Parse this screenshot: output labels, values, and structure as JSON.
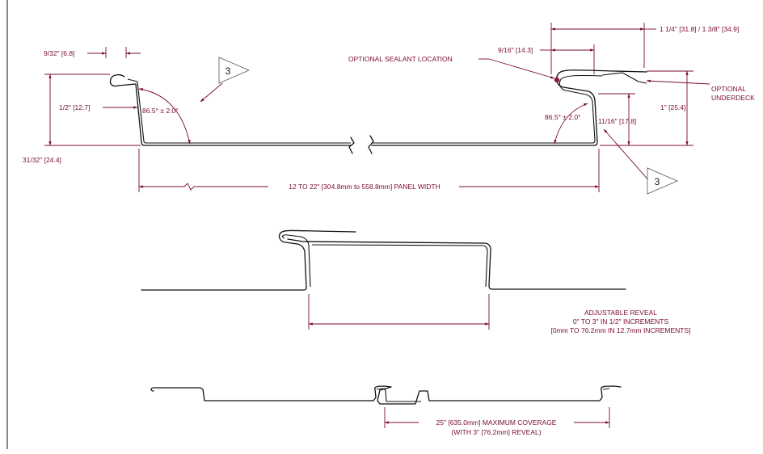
{
  "top_profile": {
    "dim_hem_width": "9/32\" [6.8]",
    "dim_hem_height": "1/2\" [12.7]",
    "dim_total_left": "31/32\" [24.4]",
    "angle_left": "86.5° ± 2.0°",
    "callout_left": "3",
    "dim_right_top": "1 1/4\" [31.8] / 1 3/8\" [34.9]",
    "dim_right_hem": "9/16\" [14.3]",
    "sealant_label": "OPTIONAL SEALANT LOCATION",
    "underdeck_label_1": "OPTIONAL",
    "underdeck_label_2": "UNDERDECK",
    "dim_right_height": "1\" [25.4]",
    "dim_right_inner": "11/16\" [17.8]",
    "angle_right": "86.5° ± 2.0°",
    "callout_right": "3",
    "panel_width": "12 TO 22\" [304.8mm to 558.8mm] PANEL WIDTH"
  },
  "middle_profile": {
    "reveal_line_1": "ADJUSTABLE REVEAL",
    "reveal_line_2": "0\" TO 3\" IN 1/2\" INCREMENTS",
    "reveal_line_3": "[0mm TO 76.2mm IN 12.7mm INCREMENTS]"
  },
  "bottom_profile": {
    "coverage_line_1": "25\" [635.0mm] MAXIMUM COVERAGE",
    "coverage_line_2": "(WITH 3\" [76.2mm] REVEAL)"
  },
  "colors": {
    "dimension": "#7a0c2e",
    "profile": "#111111",
    "sealant_dot": "#8b1a3a"
  }
}
